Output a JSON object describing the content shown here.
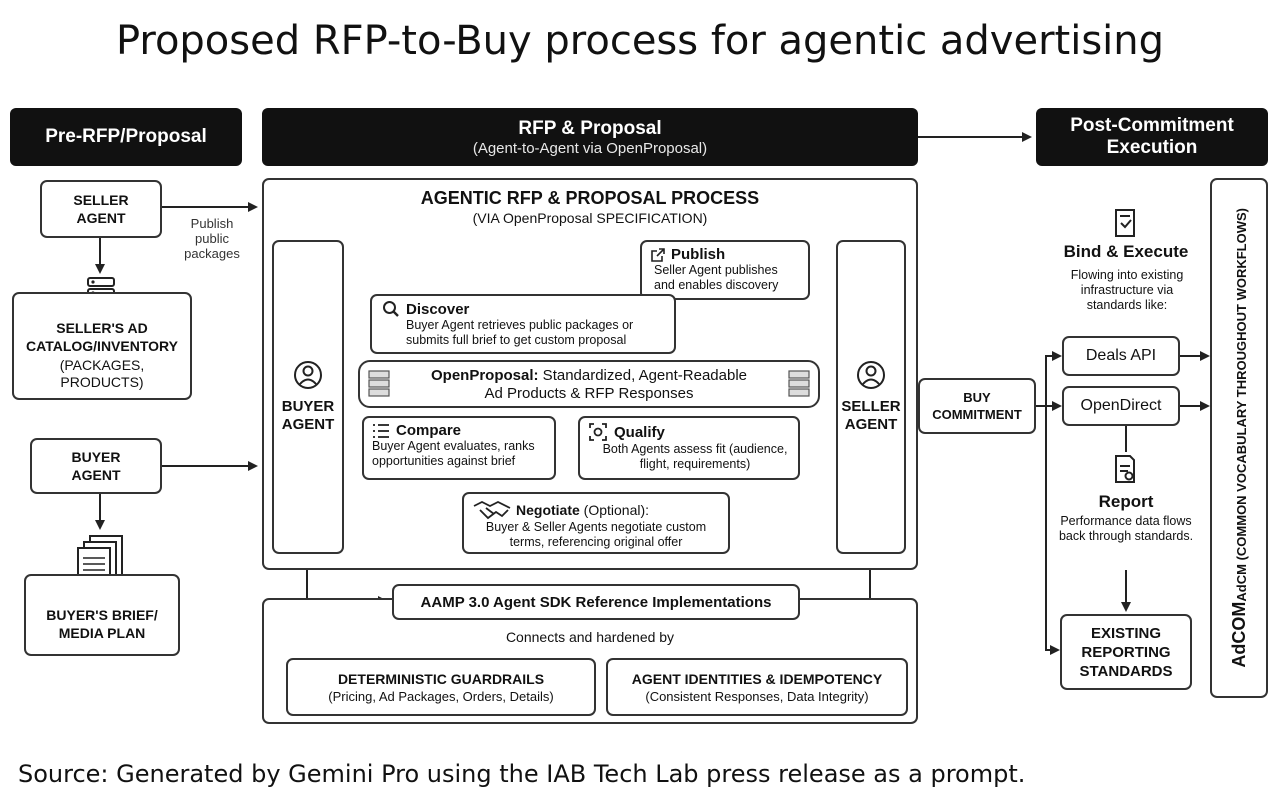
{
  "title": "Proposed RFP-to-Buy process for agentic advertising",
  "headers": {
    "pre": "Pre-RFP/Proposal",
    "rfp_title": "RFP & Proposal",
    "rfp_sub": "(Agent-to-Agent via OpenProposal)",
    "post": "Post-Commitment Execution"
  },
  "pre": {
    "seller_agent": "SELLER AGENT",
    "publish_note": "Publish public packages",
    "catalog_title": "SELLER'S AD CATALOG/INVENTORY",
    "catalog_sub": "(PACKAGES, PRODUCTS)",
    "buyer_agent": "BUYER AGENT",
    "brief": "BUYER'S BRIEF/ MEDIA PLAN"
  },
  "process": {
    "title": "AGENTIC RFP & PROPOSAL PROCESS",
    "subtitle": "(VIA OpenProposal SPECIFICATION)",
    "buyer": "BUYER AGENT",
    "seller": "SELLER AGENT",
    "publish_h": "Publish",
    "publish_b": "Seller Agent publishes and enables discovery",
    "discover_h": "Discover",
    "discover_b": "Buyer Agent retrieves public packages or submits full brief to get custom proposal",
    "op_h": "OpenProposal:",
    "op_b1": " Standardized, Agent-Readable",
    "op_b2": "Ad Products & RFP Responses",
    "compare_h": "Compare",
    "compare_b": "Buyer Agent evaluates, ranks opportunities against brief",
    "qualify_h": "Qualify",
    "qualify_b": "Both Agents assess fit (audience, flight, requirements)",
    "negotiate_h": "Negotiate",
    "negotiate_opt": " (Optional):",
    "negotiate_b": "Buyer & Seller Agents negotiate custom terms, referencing original offer"
  },
  "sdk": {
    "title": "AAMP 3.0 Agent SDK Reference Implementations",
    "connects": "Connects and hardened by",
    "guard_h": "DETERMINISTIC GUARDRAILS",
    "guard_b": "(Pricing, Ad Packages, Orders, Details)",
    "ident_h": "AGENT IDENTITIES & IDEMPOTENCY",
    "ident_b": "(Consistent Responses, Data Integrity)"
  },
  "post": {
    "buy": "BUY COMMITMENT",
    "bind_h": "Bind & Execute",
    "bind_b": "Flowing into existing infrastructure via standards like:",
    "deals": "Deals API",
    "opendirect": "OpenDirect",
    "report_h": "Report",
    "report_b": "Performance data flows back through standards.",
    "existing": "EXISTING REPORTING STANDARDS",
    "adcom_h": "AdCOM",
    "adcom_b": "AdCM (COMMON VOCABULARY THROUGHOUT WORKFLOWS)"
  },
  "source": "Source: Generated by Gemini Pro using the IAB Tech Lab press release as a prompt."
}
